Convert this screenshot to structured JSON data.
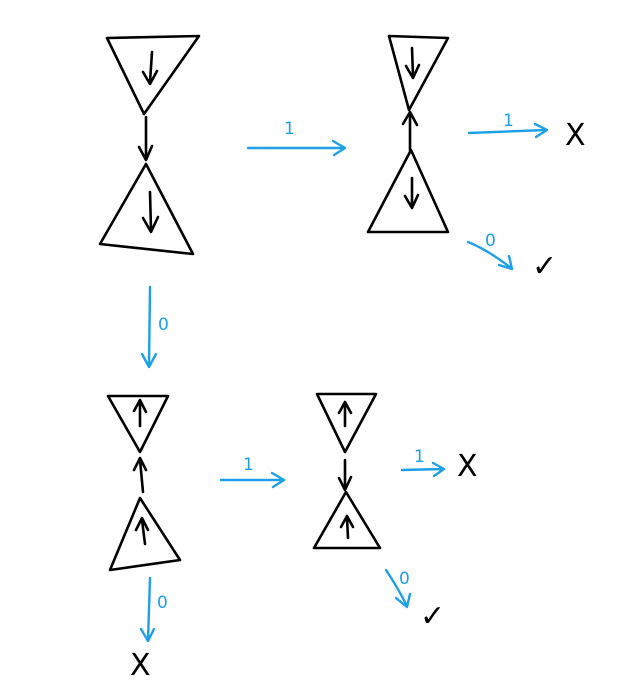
{
  "colors": {
    "ink": "#000000",
    "transition": "#1ea0e6",
    "background": "#ffffff"
  },
  "diagram": {
    "transitions": [
      {
        "id": "t1",
        "label": "1"
      },
      {
        "id": "t2",
        "label": "1"
      },
      {
        "id": "t3",
        "label": "0"
      },
      {
        "id": "t4",
        "label": "0"
      },
      {
        "id": "t5",
        "label": "1"
      },
      {
        "id": "t6",
        "label": "1"
      },
      {
        "id": "t7",
        "label": "0"
      },
      {
        "id": "t8",
        "label": "0"
      }
    ],
    "outcomes": {
      "reject_top": "X",
      "reject_bottom_right": "X",
      "reject_bottom_left": "X",
      "accept_top": "✓",
      "accept_bottom": "✓"
    }
  }
}
